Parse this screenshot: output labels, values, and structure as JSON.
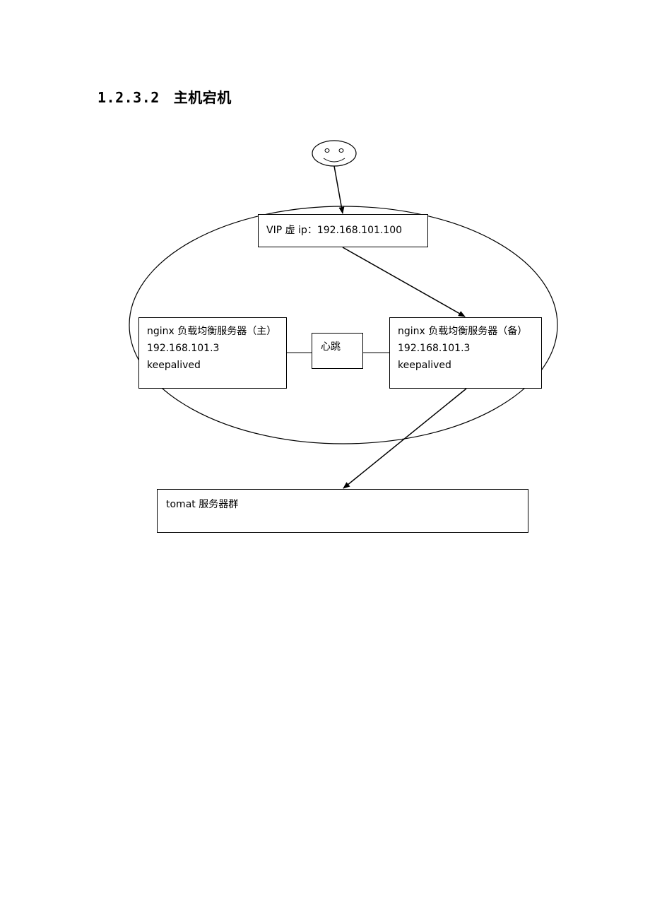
{
  "heading": {
    "number": "1.2.3.2",
    "title": "主机宕机"
  },
  "diagram": {
    "user_icon": "smiley-face-icon",
    "vip_box": {
      "text": "VIP 虚 ip：192.168.101.100"
    },
    "nginx_primary": {
      "line1": "nginx 负载均衡服务器（主）",
      "line2": "192.168.101.3",
      "line3": "keepalived"
    },
    "heartbeat": {
      "label": "心跳"
    },
    "nginx_backup": {
      "line1": "nginx 负载均衡服务器（备）",
      "line2": "192.168.101.3",
      "line3": "keepalived"
    },
    "tomcat_cluster": {
      "label": "tomat 服务器群"
    },
    "colors": {
      "stroke": "#000000",
      "background": "#ffffff"
    }
  }
}
